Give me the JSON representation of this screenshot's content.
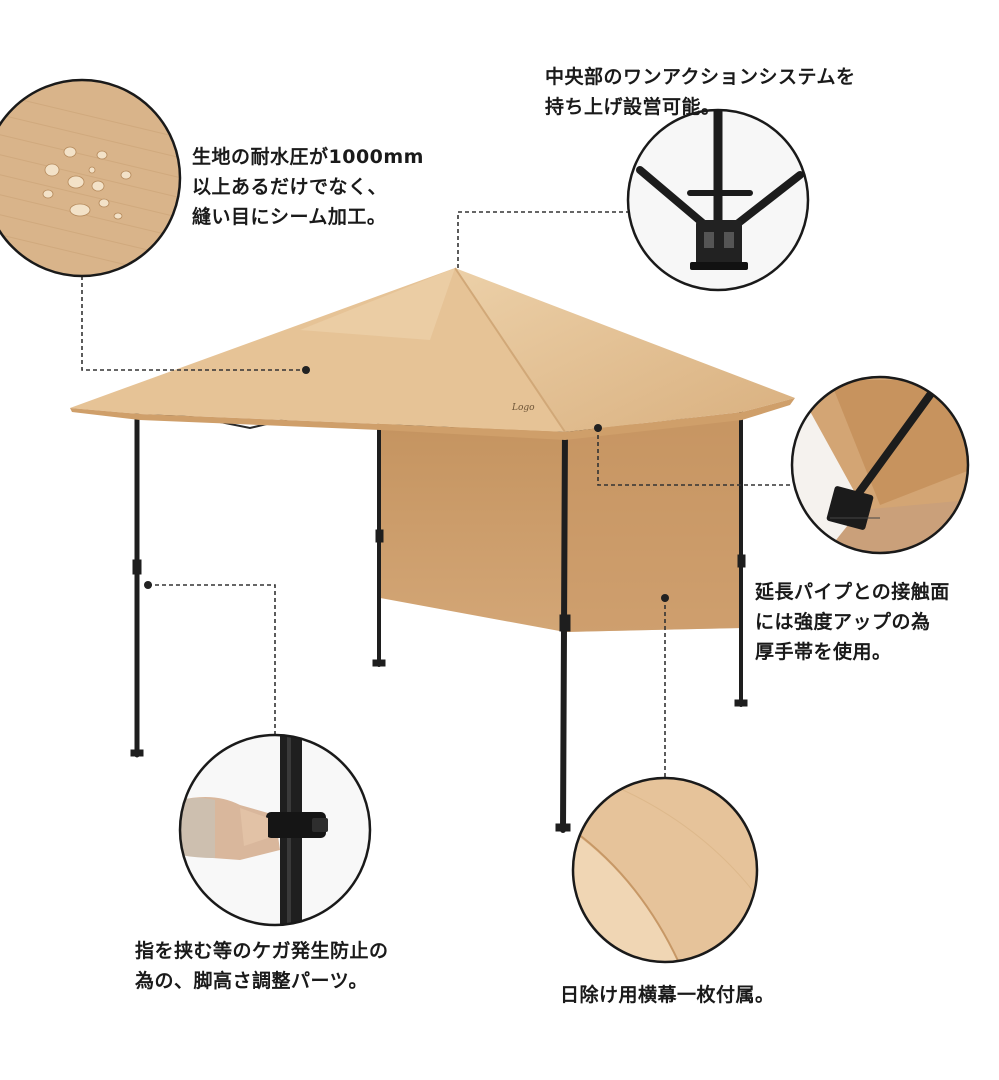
{
  "callouts": {
    "fabric": {
      "lines": [
        "生地の耐水圧が1000mm",
        "以上あるだけでなく、",
        "縫い目にシーム加工。"
      ]
    },
    "mechanism": {
      "lines": [
        "中央部のワンアクションシステムを",
        "持ち上げ設営可能。"
      ]
    },
    "joint": {
      "lines": [
        "延長パイプとの接触面",
        "には強度アップの為",
        "厚手帯を使用。"
      ]
    },
    "leg": {
      "lines": [
        "指を挟む等のケガ発生防止の",
        "為の、脚高さ調整パーツ。"
      ]
    },
    "wall": {
      "lines": [
        "日除け用横幕一枚付属。"
      ]
    }
  },
  "colors": {
    "canopy_light": "#e9c9a0",
    "canopy_mid": "#dcb585",
    "canopy_shadow": "#c89a66",
    "side_wall": "#cc9c69",
    "frame": "#1e1e1e",
    "callout_line": "#333333",
    "detail_border": "#1a1a1a"
  }
}
